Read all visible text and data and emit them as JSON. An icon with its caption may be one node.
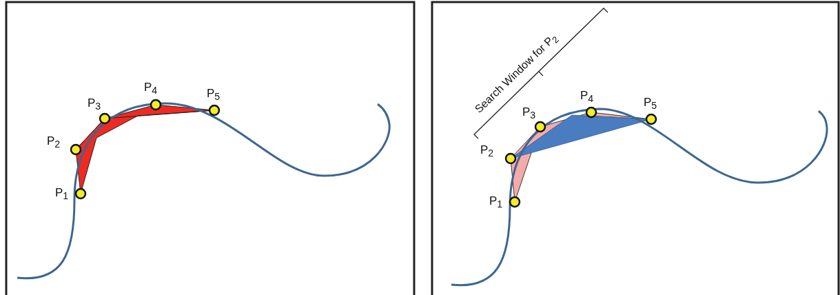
{
  "diagram": {
    "labels": [
      "P$_{4}$",
      "P$_{5}$",
      "P$_{3}$",
      "P$_{2}$",
      "P$_{1}$",
      "Search Window for P$_{2}$",
      "P$_{4}$",
      "P$_{5}$",
      "P$_{3}$",
      "P$_{2}$",
      "P$_{1}$"
    ]
  }
}
